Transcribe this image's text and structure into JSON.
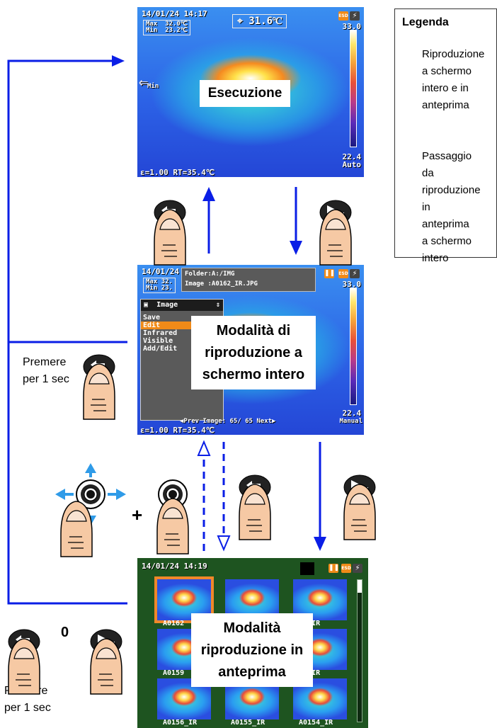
{
  "legend": {
    "title": "Legenda",
    "solid_desc": "Riproduzione a schermo intero e in anteprima",
    "dashed_desc": "Passaggio da riproduzione in anteprima a schermo intero"
  },
  "screens": {
    "execution": {
      "label": "Esecuzione",
      "datetime": "14/01/24 14:17",
      "max_label": "Max",
      "max_value": "32.0℃",
      "min_label": "Min",
      "min_value": "23.2℃",
      "center_temp": "⌖ 31.6℃",
      "scale_top": "33.0",
      "scale_bottom": "22.4",
      "scale_mode": "Auto",
      "spot_label": "Min",
      "emissivity": "ε=1.00 RT=35.4℃"
    },
    "fullscreen": {
      "label": "Modalità di riproduzione a schermo intero",
      "datetime": "14/01/24",
      "folder": "Folder:A:/IMG",
      "image": "Image :A0162_IR.JPG",
      "max_label": "Max",
      "max_value": "32.",
      "min_label": "Min",
      "min_value": "23.",
      "menu_title": "Image",
      "menu_items": [
        "Save",
        "Edit",
        "Infrared",
        "Visible",
        "Add/Edit"
      ],
      "menu_selected": "Edit",
      "scale_top": "33.0",
      "scale_bottom": "22.4",
      "nav": "◀Prev Image:  65/   65 Next▶",
      "scale_mode": "Manual",
      "emissivity": "ε=1.00 RT=35.4℃"
    },
    "preview": {
      "label": "Modalità riproduzione in anteprima",
      "datetime": "14/01/24 14:19",
      "thumbs": [
        "A0162",
        "60_IR",
        "A0159",
        "57_IR",
        "A0156_IR",
        "A0155_IR",
        "A0154_IR"
      ]
    }
  },
  "captions": {
    "press_1sec": "Premere per 1 sec",
    "zero": "0",
    "plus": "+"
  },
  "badges": {
    "esd": "ESD"
  },
  "colors": {
    "arrow_blue": "#0a1ee6",
    "highlight_orange": "#f08a18",
    "dpad_blue": "#2f9be8",
    "skin": "#f6c9a4"
  },
  "icons": [
    "back-button-icon",
    "play-trash-button-icon",
    "joystick-icon",
    "hand-finger-icon"
  ]
}
